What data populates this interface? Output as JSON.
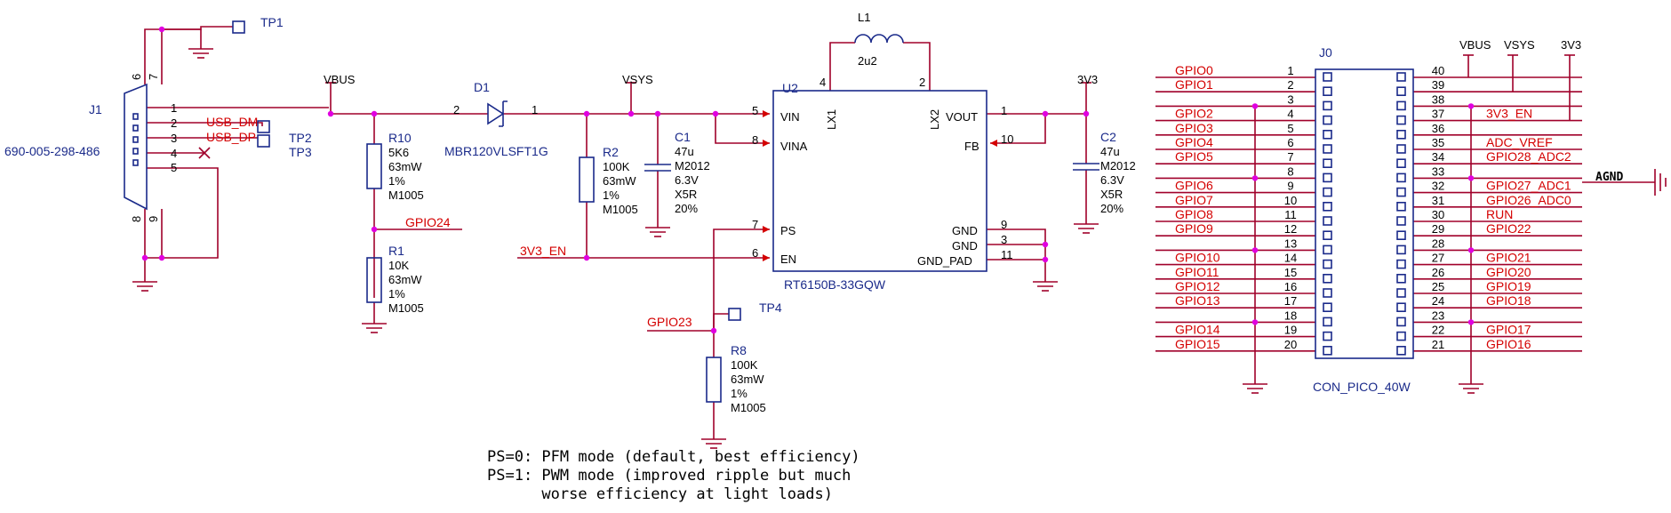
{
  "colors": {
    "wire": "#a0002a",
    "component": "#1a2a8a",
    "net_label": "#d40000",
    "junction": "#e000e0",
    "pin_text": "#000000"
  },
  "nets": {
    "vbus": "VBUS",
    "vsys": "VSYS",
    "v3v3": "3V3",
    "agnd": "AGND"
  },
  "testpoints": {
    "tp1": "TP1",
    "tp2": "TP2",
    "tp3": "TP3",
    "tp4": "TP4"
  },
  "j1": {
    "ref": "J1",
    "part": "690-005-298-486",
    "pins_top": [
      "6",
      "7"
    ],
    "pins_bottom": [
      "8",
      "9"
    ],
    "pins": [
      "1",
      "2",
      "3",
      "4",
      "5"
    ],
    "nets": {
      "dm": "USB_DM",
      "dp": "USB_DP"
    }
  },
  "d1": {
    "ref": "D1",
    "part": "MBR120VLSFT1G",
    "pin_a": "2",
    "pin_k": "1"
  },
  "r10": {
    "ref": "R10",
    "vals": [
      "5K6",
      "63mW",
      "1%",
      "M1005"
    ]
  },
  "r1": {
    "ref": "R1",
    "vals": [
      "10K",
      "63mW",
      "1%",
      "M1005"
    ]
  },
  "r2": {
    "ref": "R2",
    "vals": [
      "100K",
      "63mW",
      "1%",
      "M1005"
    ]
  },
  "r8": {
    "ref": "R8",
    "vals": [
      "100K",
      "63mW",
      "1%",
      "M1005"
    ]
  },
  "c1": {
    "ref": "C1",
    "vals": [
      "47u",
      "M2012",
      "6.3V",
      "X5R",
      "20%"
    ]
  },
  "c2": {
    "ref": "C2",
    "vals": [
      "47u",
      "M2012",
      "6.3V",
      "X5R",
      "20%"
    ]
  },
  "l1": {
    "ref": "L1",
    "val": "2u2",
    "pin_a": "4",
    "pin_b": "2"
  },
  "u2": {
    "ref": "U2",
    "part": "RT6150B-33GQW",
    "pins": {
      "vin": {
        "name": "VIN",
        "num": "5"
      },
      "vina": {
        "name": "VINA",
        "num": "8"
      },
      "ps": {
        "name": "PS",
        "num": "7"
      },
      "en": {
        "name": "EN",
        "num": "6"
      },
      "lx1": {
        "name": "LX1",
        "num": "4"
      },
      "lx2": {
        "name": "LX2",
        "num": "2"
      },
      "vout": {
        "name": "VOUT",
        "num": "1"
      },
      "fb": {
        "name": "FB",
        "num": "10"
      },
      "gnd1": {
        "name": "GND",
        "num": "9"
      },
      "gnd2": {
        "name": "GND",
        "num": "3"
      },
      "gndpad": {
        "name": "GND_PAD",
        "num": "11"
      }
    }
  },
  "misc_nets": {
    "gpio24": "GPIO24",
    "gpio23": "GPIO23",
    "en3v3": "3V3_EN"
  },
  "j0": {
    "ref": "J0",
    "part": "CON_PICO_40W",
    "left": [
      {
        "num": "1",
        "net": "GPIO0"
      },
      {
        "num": "2",
        "net": "GPIO1"
      },
      {
        "num": "3",
        "net": ""
      },
      {
        "num": "4",
        "net": "GPIO2"
      },
      {
        "num": "5",
        "net": "GPIO3"
      },
      {
        "num": "6",
        "net": "GPIO4"
      },
      {
        "num": "7",
        "net": "GPIO5"
      },
      {
        "num": "8",
        "net": ""
      },
      {
        "num": "9",
        "net": "GPIO6"
      },
      {
        "num": "10",
        "net": "GPIO7"
      },
      {
        "num": "11",
        "net": "GPIO8"
      },
      {
        "num": "12",
        "net": "GPIO9"
      },
      {
        "num": "13",
        "net": ""
      },
      {
        "num": "14",
        "net": "GPIO10"
      },
      {
        "num": "15",
        "net": "GPIO11"
      },
      {
        "num": "16",
        "net": "GPIO12"
      },
      {
        "num": "17",
        "net": "GPIO13"
      },
      {
        "num": "18",
        "net": ""
      },
      {
        "num": "19",
        "net": "GPIO14"
      },
      {
        "num": "20",
        "net": "GPIO15"
      }
    ],
    "right": [
      {
        "num": "40",
        "net": ""
      },
      {
        "num": "39",
        "net": ""
      },
      {
        "num": "38",
        "net": ""
      },
      {
        "num": "37",
        "net": "3V3_EN"
      },
      {
        "num": "36",
        "net": ""
      },
      {
        "num": "35",
        "net": "ADC_VREF"
      },
      {
        "num": "34",
        "net": "GPIO28_ADC2"
      },
      {
        "num": "33",
        "net": ""
      },
      {
        "num": "32",
        "net": "GPIO27_ADC1"
      },
      {
        "num": "31",
        "net": "GPIO26_ADC0"
      },
      {
        "num": "30",
        "net": "RUN"
      },
      {
        "num": "29",
        "net": "GPIO22"
      },
      {
        "num": "28",
        "net": ""
      },
      {
        "num": "27",
        "net": "GPIO21"
      },
      {
        "num": "26",
        "net": "GPIO20"
      },
      {
        "num": "25",
        "net": "GPIO19"
      },
      {
        "num": "24",
        "net": "GPIO18"
      },
      {
        "num": "23",
        "net": ""
      },
      {
        "num": "22",
        "net": "GPIO17"
      },
      {
        "num": "21",
        "net": "GPIO16"
      }
    ]
  },
  "notes": [
    "PS=0: PFM mode (default, best efficiency)",
    "PS=1: PWM mode (improved ripple but much",
    "      worse efficiency at light loads)"
  ]
}
